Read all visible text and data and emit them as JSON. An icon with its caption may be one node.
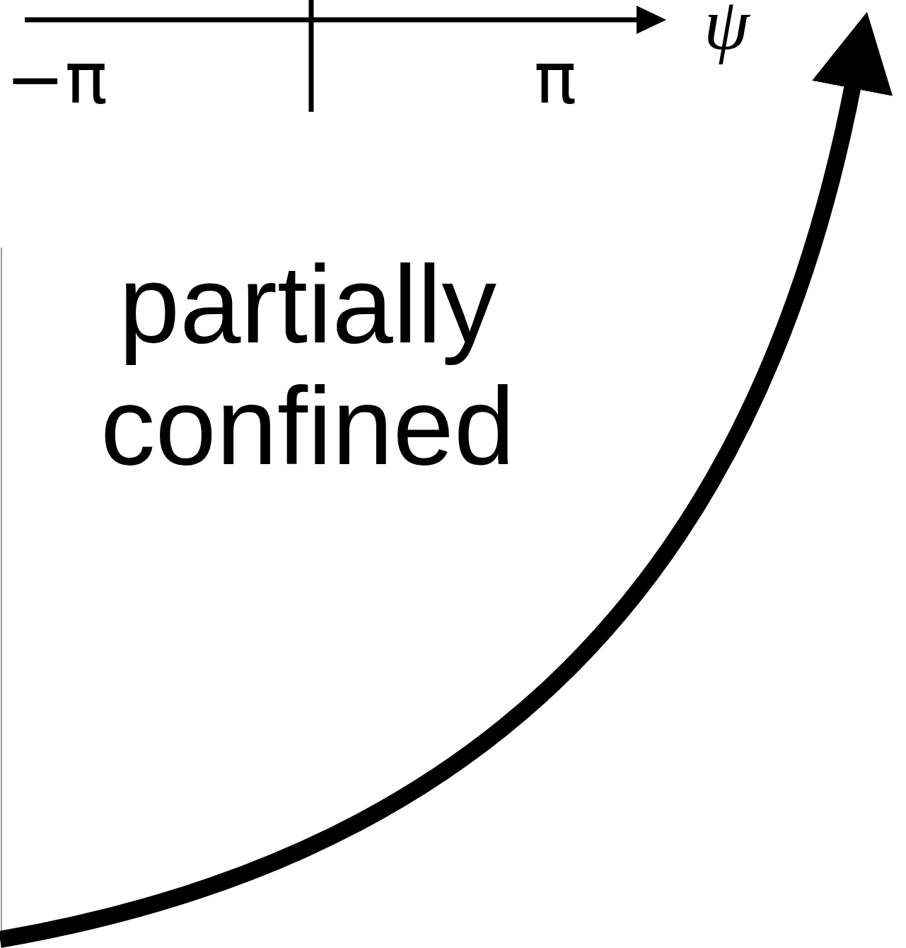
{
  "diagram": {
    "labels": [
      "ψ",
      "−π",
      "π",
      "partially confined"
    ]
  }
}
